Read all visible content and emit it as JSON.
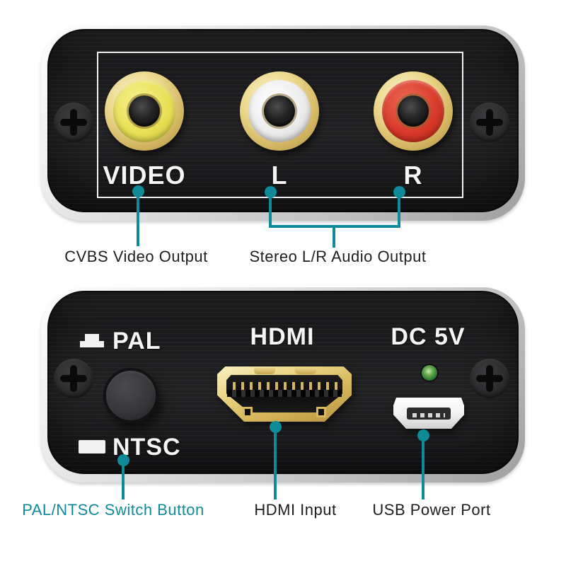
{
  "accent": {
    "callout_color": "#0f8a99"
  },
  "top_view": {
    "description": "AV output side of converter",
    "port_labels": {
      "video": "VIDEO",
      "left": "L",
      "right": "R"
    },
    "callouts": {
      "video": {
        "label": "CVBS Video Output"
      },
      "audio": {
        "label": "Stereo L/R Audio Output"
      }
    }
  },
  "bottom_view": {
    "description": "HDMI / power side of converter",
    "pal_label": "PAL",
    "ntsc_label": "NTSC",
    "hdmi_label": "HDMI",
    "dc_label": "DC 5V",
    "callouts": {
      "switch": {
        "label": "PAL/NTSC Switch Button"
      },
      "hdmi": {
        "label": "HDMI Input"
      },
      "usb": {
        "label": "USB Power Port"
      }
    }
  },
  "colors": {
    "device_black": "#1d1d1f",
    "silver_edge": "#d9d9d9",
    "rca_yellow": "#e8e055",
    "rca_white": "#ececec",
    "rca_red": "#d93a29",
    "gold": "#d8b95e",
    "led_green": "#2c7c36",
    "callout_teal": "#0f8a99",
    "text_black": "#1e1e1e"
  }
}
